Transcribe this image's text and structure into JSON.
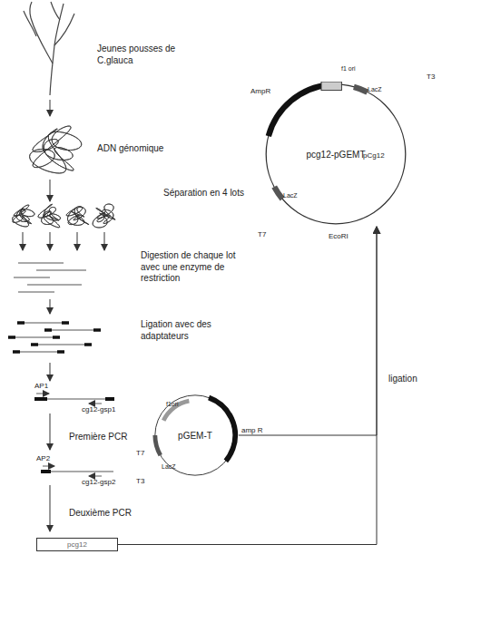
{
  "diagram": {
    "nodes": [
      {
        "text": [
          "pcg12"
        ]
      },
      {
        "text": [
          "pGEM-T"
        ]
      },
      {
        "text": [
          "pcg12-pGEMT"
        ]
      }
    ],
    "edges": [
      {
        "from": 0,
        "to": 2,
        "arrow": "to"
      },
      {
        "from": 1,
        "to": 2,
        "arrow": "to"
      }
    ],
    "labels": [
      "Jeunes pousses de C.glauca",
      "ADN génomique",
      "Séparation en 4 lots",
      "Digestion de chaque lot avec une enzyme de restriction",
      "Ligation avec des adaptateurs",
      "AP1",
      "cg12-gsp1",
      "Première PCR",
      "AP2",
      "cg12-gsp2",
      "Deuxième PCR",
      "f1ori",
      "amp R",
      "T7",
      "T3",
      "LacZ",
      "AmpR",
      "f1 ori",
      "LacZ",
      "T3",
      "pCg12",
      "LacZ",
      "T7",
      "EcoRI",
      "ligation"
    ]
  }
}
